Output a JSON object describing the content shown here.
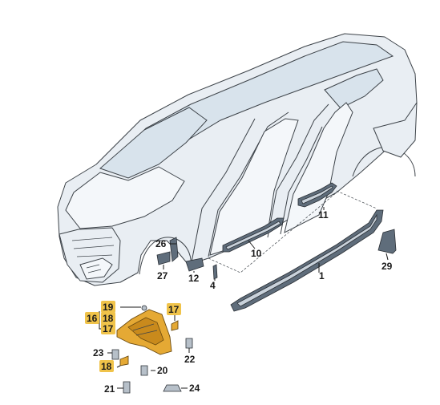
{
  "diagram": {
    "labels": {
      "p1": "1",
      "p4": "4",
      "p10": "10",
      "p11": "11",
      "p12": "12",
      "p16": "16",
      "p17a": "17",
      "p17b": "17",
      "p18a": "18",
      "p18b": "18",
      "p19": "19",
      "p20": "20",
      "p21": "21",
      "p22": "22",
      "p23": "23",
      "p24": "24",
      "p26": "26",
      "p27": "27",
      "p29": "29"
    },
    "highlight_color": "#f0c34a",
    "liner_color": "#e5a934",
    "body_color": "#e9eef3"
  }
}
